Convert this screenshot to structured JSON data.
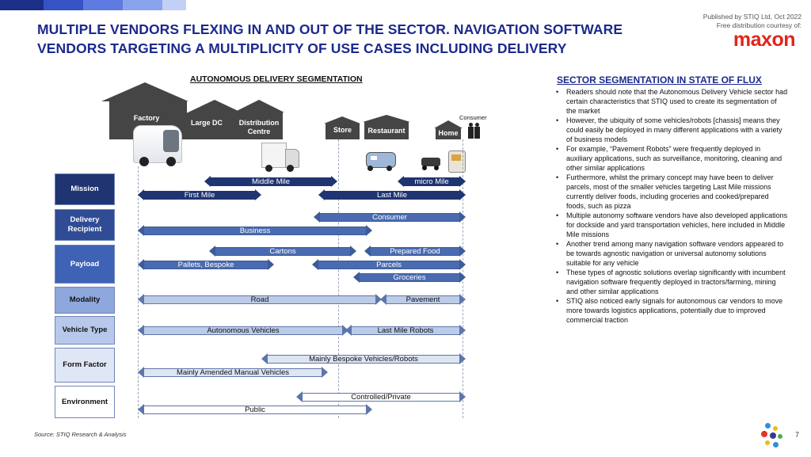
{
  "header": {
    "title": "MULTIPLE VENDORS FLEXING IN AND OUT OF THE SECTOR. NAVIGATION SOFTWARE VENDORS TARGETING A MULTIPLICITY OF USE CASES INCLUDING DELIVERY",
    "published": "Published by STIQ Ltd, Oct 2022",
    "courtesy": "Free distribution courtesy of:",
    "logo": "maxon"
  },
  "diagram": {
    "title": "AUTONOMOUS DELIVERY SEGMENTATION",
    "locations": [
      "Factory",
      "Large DC",
      "Distribution Centre",
      "Store",
      "Restaurant",
      "Home",
      "Consumer"
    ],
    "rows": [
      "Mission",
      "Delivery Recipient",
      "Payload",
      "Modality",
      "Vehicle Type",
      "Form Factor",
      "Environment"
    ],
    "arrows": {
      "middle_mile": "Middle Mile",
      "micro_mile": "micro Mile",
      "first_mile": "First Mile",
      "last_mile": "Last Mile",
      "consumer": "Consumer",
      "business": "Business",
      "cartons": "Cartons",
      "prepared_food": "Prepared Food",
      "pallets": "Pallets, Bespoke",
      "parcels": "Parcels",
      "groceries": "Groceries",
      "road": "Road",
      "pavement": "Pavement",
      "autonomous_vehicles": "Autonomous Vehicles",
      "last_mile_robots": "Last Mile Robots",
      "bespoke_vehicles": "Mainly Bespoke Vehicles/Robots",
      "amended_vehicles": "Mainly Amended Manual Vehicles",
      "controlled": "Controlled/Private",
      "public": "Public"
    }
  },
  "sidebar": {
    "title": "SECTOR SEGMENTATION IN STATE OF FLUX",
    "bullets": [
      "Readers should note that the Autonomous Delivery Vehicle sector had certain characteristics that STIQ used to create its segmentation of the market",
      "However, the ubiquity of some vehicles/robots [chassis] means they could easily be deployed in many different applications with a variety of business models",
      "For example, “Pavement Robots” were frequently deployed in auxiliary applications, such as surveillance, monitoring, cleaning and other similar applications",
      "Furthermore, whilst the primary concept may have been to deliver parcels, most of the smaller vehicles targeting Last Mile missions currently deliver foods, including groceries and cooked/prepared foods, such as pizza",
      "Multiple autonomy software vendors have also developed applications for dockside and yard transportation vehicles, here included in Middle Mile missions",
      "Another trend among many navigation software vendors appeared to be towards agnostic navigation or universal autonomy solutions suitable for any vehicle",
      "These types of agnostic solutions overlap significantly with incumbent navigation software frequently deployed in tractors/farming, mining and other similar applications",
      "STIQ also noticed early signals for autonomous car vendors to move more towards logistics applications, potentially due to improved commercial traction"
    ]
  },
  "footer": {
    "source": "Source: STIQ Research & Analysis",
    "page": "7"
  },
  "colors": {
    "title": "#1c2a8c",
    "logo": "#e0251b",
    "dark_arrow": "#1f3470",
    "mid_arrow": "#4a6bb0",
    "light_arrow": "#bccbe8"
  }
}
